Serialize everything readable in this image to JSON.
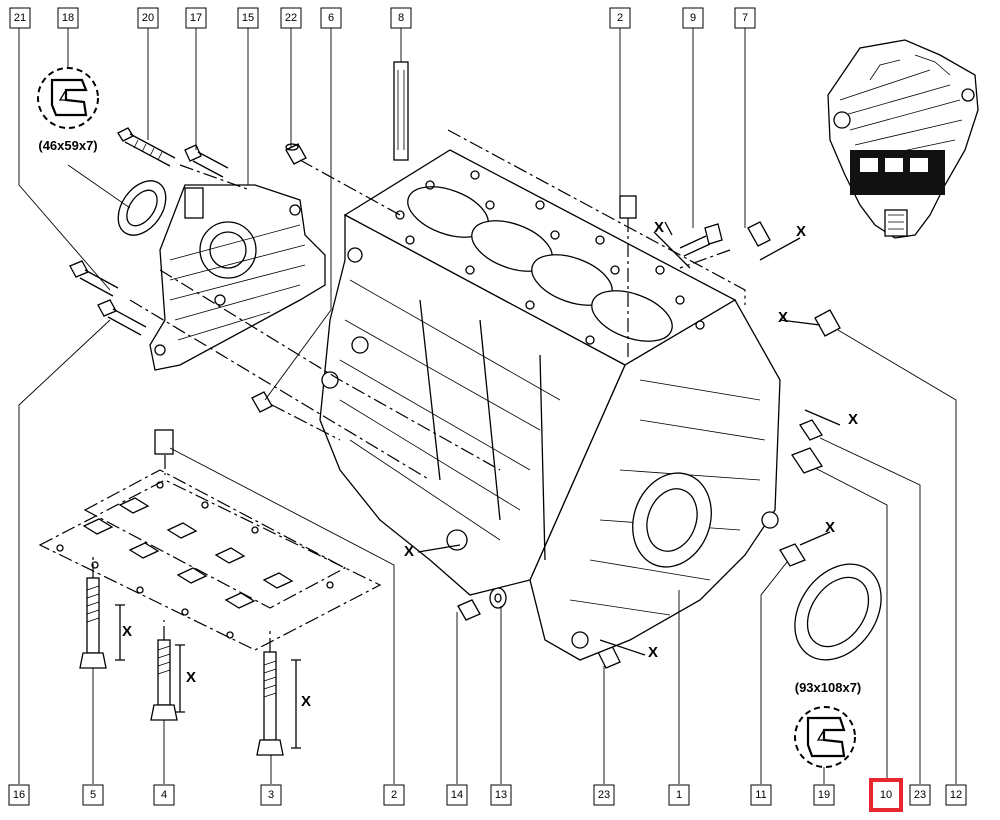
{
  "callouts": {
    "c21": "21",
    "c18": "18",
    "c20": "20",
    "c17": "17",
    "c15": "15",
    "c22": "22",
    "c6": "6",
    "c8": "8",
    "c2top": "2",
    "c9": "9",
    "c7": "7",
    "c16": "16",
    "c5": "5",
    "c4": "4",
    "c3": "3",
    "c2bot": "2",
    "c14": "14",
    "c13": "13",
    "c23a": "23",
    "c1": "1",
    "c11": "11",
    "c19": "19",
    "c10": "10",
    "c23b": "23",
    "c12": "12"
  },
  "seals": {
    "small": "(46x59x7)",
    "large": "(93x108x7)"
  },
  "dimension_mark": "X",
  "highlight_color": "#e8262d"
}
